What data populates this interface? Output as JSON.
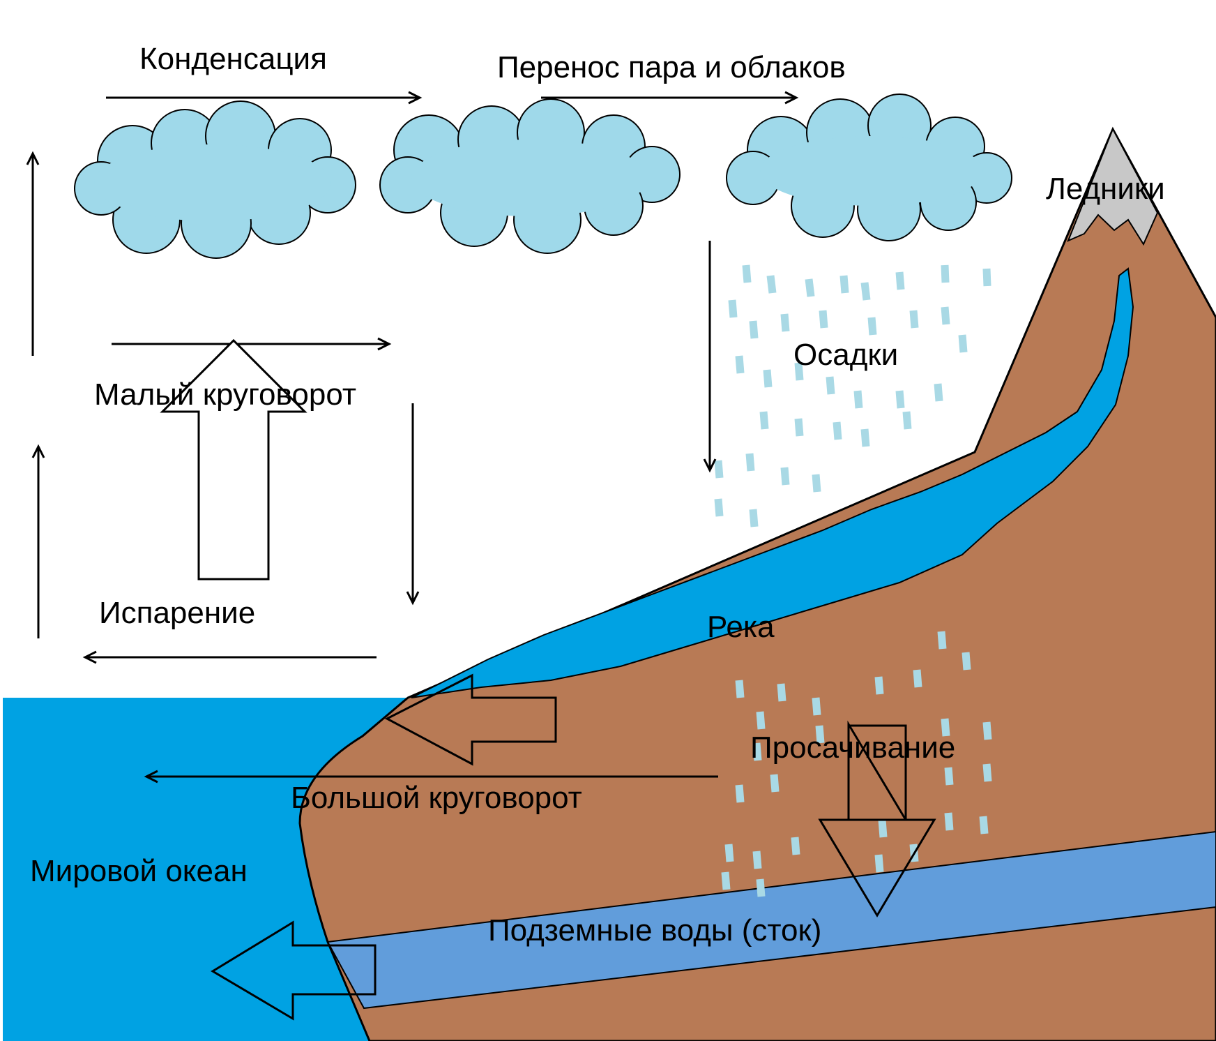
{
  "labels": {
    "condensation": "Конденсация",
    "transport": "Перенос пара и облаков",
    "glaciers": "Ледники",
    "precipitation": "Осадки",
    "small_cycle": "Малый круговорот",
    "evaporation": "Испарение",
    "river": "Река",
    "infiltration": "Просачивание",
    "large_cycle": "Большой круговорот",
    "ocean": "Мировой океан",
    "groundwater": "Подземные воды (сток)"
  },
  "colors": {
    "cloud": "#9fd9ea",
    "ocean": "#00a2e3",
    "river": "#00a2e3",
    "ground": "#b87a55",
    "groundwater": "#619ddb",
    "glacier": "#c8c8c8",
    "rain": "#a9d9e5"
  }
}
